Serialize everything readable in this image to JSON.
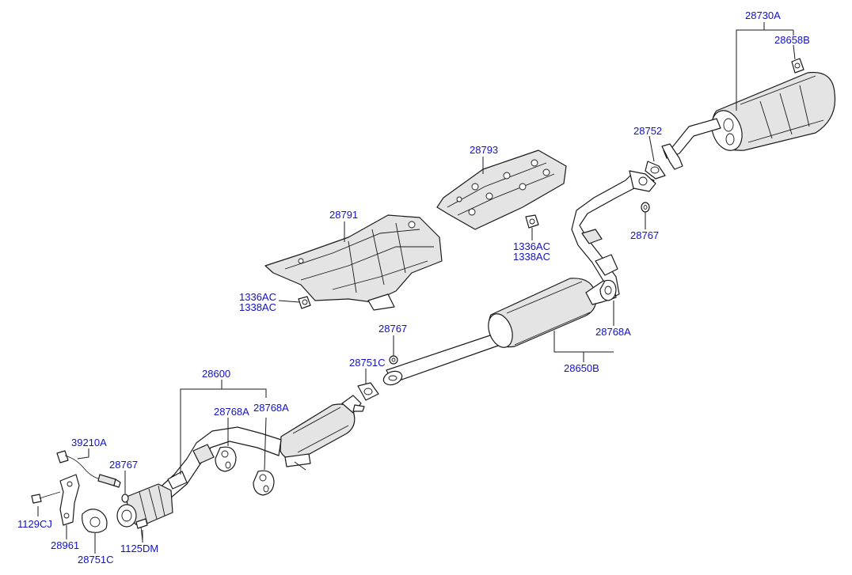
{
  "diagram": {
    "callouts": {
      "p28730A": "28730A",
      "p28658B": "28658B",
      "p28752": "28752",
      "p28767_tail": "28767",
      "p28793": "28793",
      "p1336AC_mid": "1336AC",
      "p1338AC_mid": "1338AC",
      "p28791": "28791",
      "p1336AC_left": "1336AC",
      "p1338AC_left": "1338AC",
      "p28767_center": "28767",
      "p28768A_right": "28768A",
      "p28751C_center": "28751C",
      "p28650B": "28650B",
      "p28600": "28600",
      "p28768A_a": "28768A",
      "p28768A_b": "28768A",
      "p39210A": "39210A",
      "p28767_left": "28767",
      "p1129CJ": "1129CJ",
      "p28961": "28961",
      "p28751C_left": "28751C",
      "p1125DM": "1125DM"
    },
    "colors": {
      "callout_text": "#1010cc",
      "line": "#1a1a1a",
      "background": "#ffffff"
    }
  }
}
